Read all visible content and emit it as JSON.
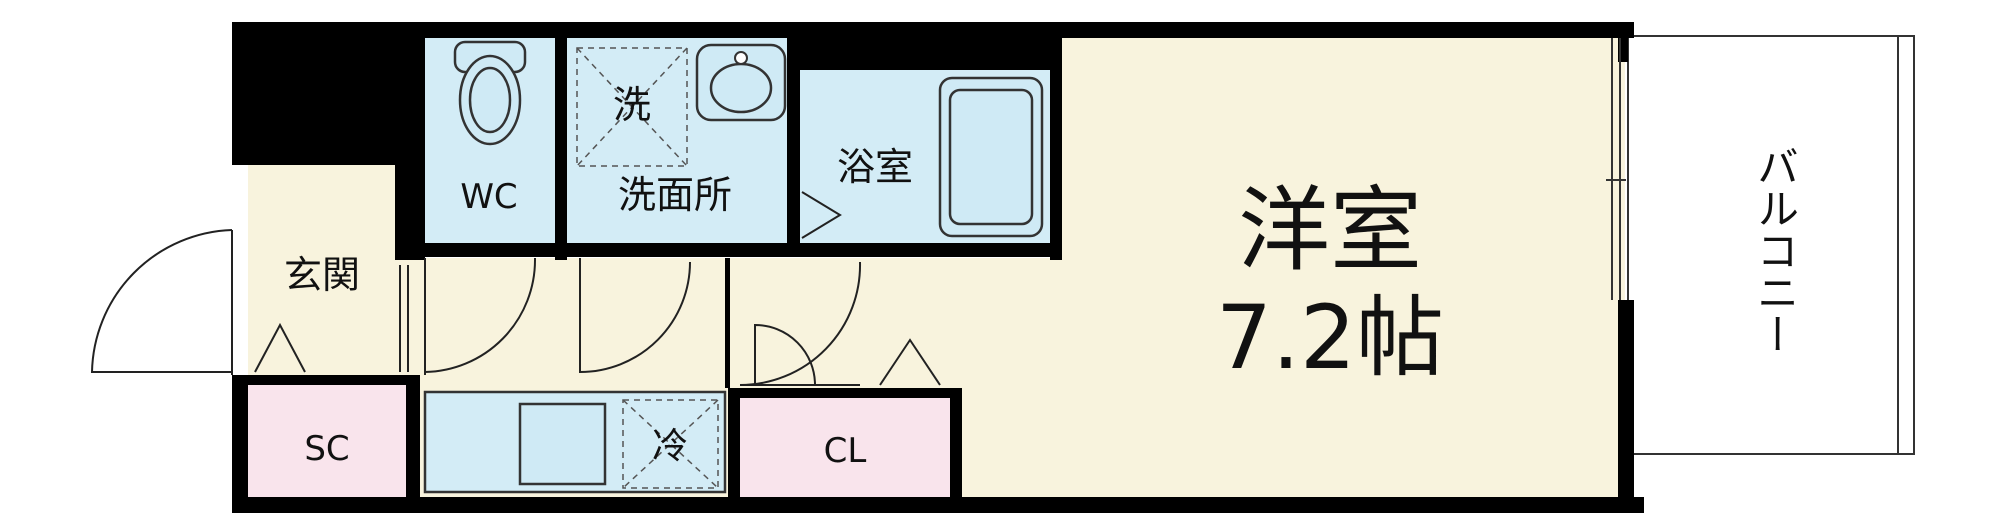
{
  "floorplan": {
    "rooms": {
      "western_room": {
        "name": "洋室",
        "size": "7.2帖"
      },
      "balcony": "バルコニー",
      "entrance": "玄関",
      "wc": "WC",
      "washroom": "洗面所",
      "bathroom": "浴室",
      "shoe_closet": "SC",
      "closet": "CL"
    },
    "fixtures": {
      "washing_machine": "洗",
      "refrigerator": "冷"
    },
    "colors": {
      "wall": "#000000",
      "room_floor": "#f8f3dd",
      "wet_area": "#d3ecf6",
      "storage": "#f9e4ec",
      "outline": "#333333"
    }
  }
}
